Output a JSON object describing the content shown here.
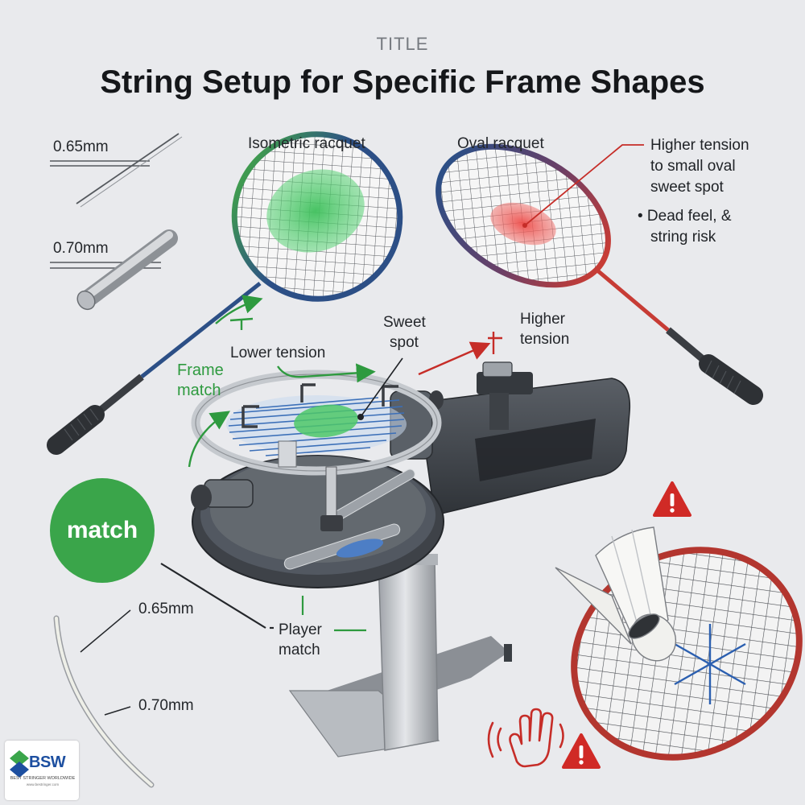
{
  "title_tag": "TITLE",
  "title": "String Setup for Specific Frame Shapes",
  "gauges_top": [
    {
      "label": "0.65mm"
    },
    {
      "label": "0.70mm"
    }
  ],
  "racquets": {
    "isometric": {
      "label": "Isometric racquet",
      "frame_colors": [
        "#2c4f86",
        "#3f9a50"
      ],
      "sweet_spot_color": "#47c064"
    },
    "oval": {
      "label": "Oval racquet",
      "frame_colors": [
        "#2c4f86",
        "#c73c35"
      ],
      "sweet_spot_color": "#ec5a57"
    }
  },
  "oval_notes": {
    "line1": "Higher tension",
    "line2": "to small oval",
    "line3": "sweet spot",
    "line4": "• Dead feel, &",
    "line5": "string risk"
  },
  "machine_labels": {
    "sweet_spot_1": "Sweet",
    "sweet_spot_2": "spot",
    "higher_tension_1": "Higher",
    "higher_tension_2": "tension",
    "lower_tension": "Lower tension",
    "frame_match_1": "Frame",
    "frame_match_2": "match",
    "player_match_1": "Player",
    "player_match_2": "match"
  },
  "badge": {
    "label": "match",
    "color": "#3aa54a"
  },
  "gauges_bottom": [
    {
      "label": "0.65mm"
    },
    {
      "label": "0.70mm"
    }
  ],
  "colors": {
    "accent_green": "#2e9a3f",
    "accent_red": "#c62d28",
    "warning": "#d02a26"
  },
  "logo": {
    "name": "BSW",
    "subtitle": "BEST STRINGER WORLDWIDE",
    "url": "www.bestringer.com"
  }
}
